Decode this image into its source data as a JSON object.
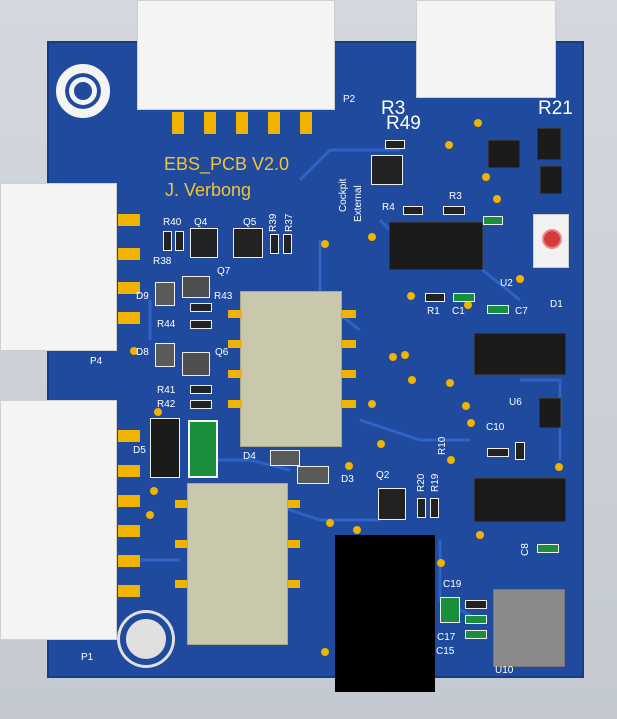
{
  "board": {
    "title": "EBS_PCB V2.0",
    "author": "J. Verbong",
    "side_labels": [
      "Cockpit",
      "External"
    ],
    "colors": {
      "substrate": "#1f4a9e",
      "pad": "#f0b400",
      "silk": "#ffffff",
      "title_silk": "#f3c436"
    }
  },
  "designators": {
    "P2": "P2",
    "P4": "P4",
    "P1": "P1",
    "R3a": "R3",
    "R49": "R49",
    "R21": "R21",
    "R3": "R3",
    "R4": "R4",
    "R40": "R40",
    "Q4": "Q4",
    "Q5": "Q5",
    "R39": "R39",
    "R37": "R37",
    "R38": "R38",
    "Q7": "Q7",
    "D9": "D9",
    "R43": "R43",
    "R44": "R44",
    "D8": "D8",
    "Q6": "Q6",
    "R41": "R41",
    "R42": "R42",
    "D5": "D5",
    "D4": "D4",
    "D3": "D3",
    "Q2": "Q2",
    "R20": "R20",
    "R19": "R19",
    "U2": "U2",
    "R1": "R1",
    "C1": "C1",
    "C7": "C7",
    "D1": "D1",
    "U6": "U6",
    "R10": "R10",
    "C10": "C10",
    "C8": "C8",
    "C19": "C19",
    "C17": "C17",
    "C15": "C15",
    "U10": "U10"
  }
}
